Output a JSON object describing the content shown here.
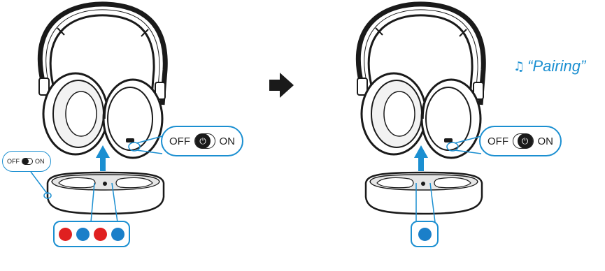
{
  "colors": {
    "accent": "#1b8fd1",
    "led_red": "#e02020",
    "led_blue": "#1a7fc9"
  },
  "left": {
    "small_switch": {
      "off": "OFF",
      "on": "ON"
    },
    "switch": {
      "off": "OFF",
      "on": "ON",
      "icon": "power-icon"
    },
    "leds": [
      "red",
      "blue",
      "red",
      "blue"
    ]
  },
  "arrow_icon": "right-arrow-icon",
  "right": {
    "switch": {
      "off": "OFF",
      "on": "ON",
      "icon": "power-icon"
    },
    "leds": [
      "blue"
    ],
    "pairing": {
      "icon": "music-note-icon",
      "text": "“Pairing”"
    }
  }
}
